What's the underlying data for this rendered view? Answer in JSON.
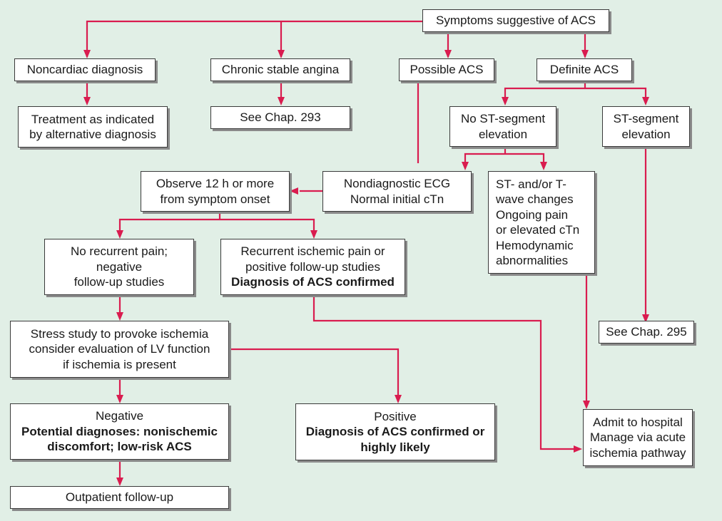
{
  "diagram": {
    "type": "flowchart",
    "title": "Symptoms suggestive of ACS",
    "accent_color": "#d91c4f",
    "background_color": "#e1efe6",
    "nodes": {
      "symptoms": [
        "Symptoms suggestive of ACS"
      ],
      "noncardiac": [
        "Noncardiac diagnosis"
      ],
      "chronic": [
        "Chronic stable angina"
      ],
      "possible": [
        "Possible ACS"
      ],
      "definite": [
        "Definite ACS"
      ],
      "treatment": [
        "Treatment as indicated",
        "by alternative diagnosis"
      ],
      "chap293": [
        "See Chap. 293"
      ],
      "nost": [
        "No ST-segment",
        "elevation"
      ],
      "st": [
        "ST-segment",
        "elevation"
      ],
      "observe": [
        "Observe 12 h or more",
        "from symptom onset"
      ],
      "nondiag": [
        "Nondiagnostic ECG",
        "Normal initial cTn"
      ],
      "stchanges": [
        "ST- and/or T-",
        "wave changes",
        "Ongoing pain",
        "or elevated cTn",
        "Hemodynamic",
        "abnormalities"
      ],
      "norecur": [
        "No recurrent pain;",
        "negative",
        "follow-up studies"
      ],
      "recur": [
        "Recurrent ischemic pain or",
        "positive follow-up studies"
      ],
      "recur_bold": "Diagnosis of ACS confirmed",
      "chap295": [
        "See Chap. 295"
      ],
      "stress": [
        "Stress study to provoke ischemia",
        "consider evaluation of LV function",
        "if ischemia is present"
      ],
      "negative_title": "Negative",
      "negative_bold": [
        "Potential diagnoses: nonischemic",
        "discomfort; low-risk ACS"
      ],
      "positive_title": "Positive",
      "positive_bold": [
        "Diagnosis of ACS confirmed or",
        "highly likely"
      ],
      "admit": [
        "Admit to hospital",
        "Manage via acute",
        "ischemia pathway"
      ],
      "outpatient": [
        "Outpatient follow-up"
      ]
    },
    "edges": [
      [
        "symptoms",
        "noncardiac"
      ],
      [
        "symptoms",
        "chronic"
      ],
      [
        "symptoms",
        "possible"
      ],
      [
        "symptoms",
        "definite"
      ],
      [
        "noncardiac",
        "treatment"
      ],
      [
        "chronic",
        "chap293"
      ],
      [
        "definite",
        "nost"
      ],
      [
        "definite",
        "st"
      ],
      [
        "possible",
        "nondiag"
      ],
      [
        "nost",
        "nondiag"
      ],
      [
        "nost",
        "stchanges"
      ],
      [
        "nondiag",
        "observe"
      ],
      [
        "observe",
        "norecur"
      ],
      [
        "observe",
        "recur"
      ],
      [
        "st",
        "chap295"
      ],
      [
        "norecur",
        "stress"
      ],
      [
        "recur",
        "admit"
      ],
      [
        "stchanges",
        "admit"
      ],
      [
        "stress",
        "negative"
      ],
      [
        "stress",
        "positive"
      ],
      [
        "negative",
        "outpatient"
      ]
    ]
  }
}
